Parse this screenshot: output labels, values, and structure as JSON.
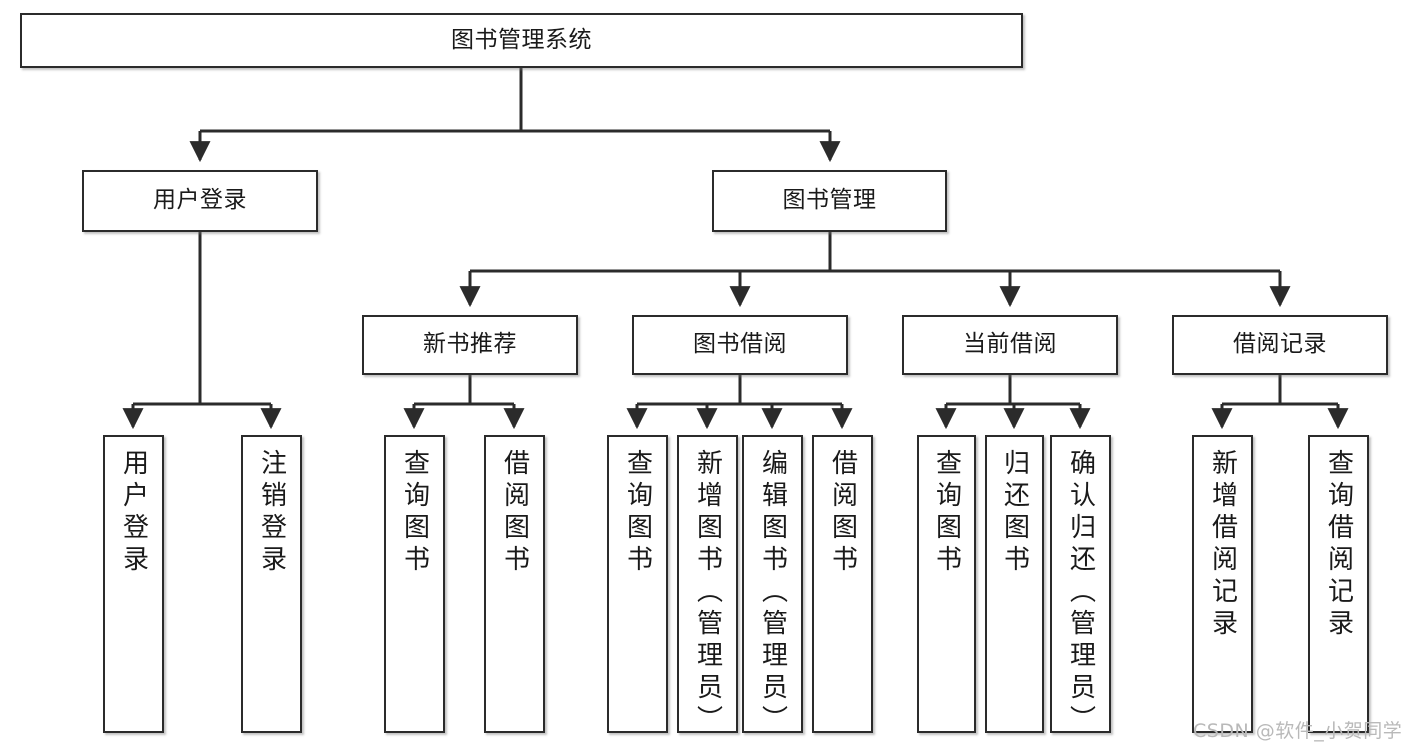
{
  "diagram": {
    "title": "图书管理系统",
    "type": "tree-hierarchy-diagram",
    "watermark": "CSDN @软件_小贺同学",
    "colors": {
      "box_border": "#2b2b2b",
      "box_fill": "#ffffff",
      "text": "#1a1a1a",
      "edge": "#2b2b2b",
      "watermark": "#b9b9b9",
      "background": "#ffffff"
    },
    "nodes": {
      "root": {
        "label": "图书管理系统"
      },
      "level2": [
        {
          "label": "用户登录"
        },
        {
          "label": "图书管理"
        }
      ],
      "level3": [
        {
          "label": "新书推荐"
        },
        {
          "label": "图书借阅"
        },
        {
          "label": "当前借阅"
        },
        {
          "label": "借阅记录"
        }
      ],
      "leaves_user_login": [
        {
          "label": "用户登录"
        },
        {
          "label": "注销登录"
        }
      ],
      "leaves_new_book": [
        {
          "label": "查询图书"
        },
        {
          "label": "借阅图书"
        }
      ],
      "leaves_borrow": [
        {
          "label": "查询图书"
        },
        {
          "label": "新增图书（管理员）"
        },
        {
          "label": "编辑图书（管理员）"
        },
        {
          "label": "借阅图书"
        }
      ],
      "leaves_current": [
        {
          "label": "查询图书"
        },
        {
          "label": "归还图书"
        },
        {
          "label": "确认归还（管理员）"
        }
      ],
      "leaves_records": [
        {
          "label": "新增借阅记录"
        },
        {
          "label": "查询借阅记录"
        }
      ]
    }
  }
}
